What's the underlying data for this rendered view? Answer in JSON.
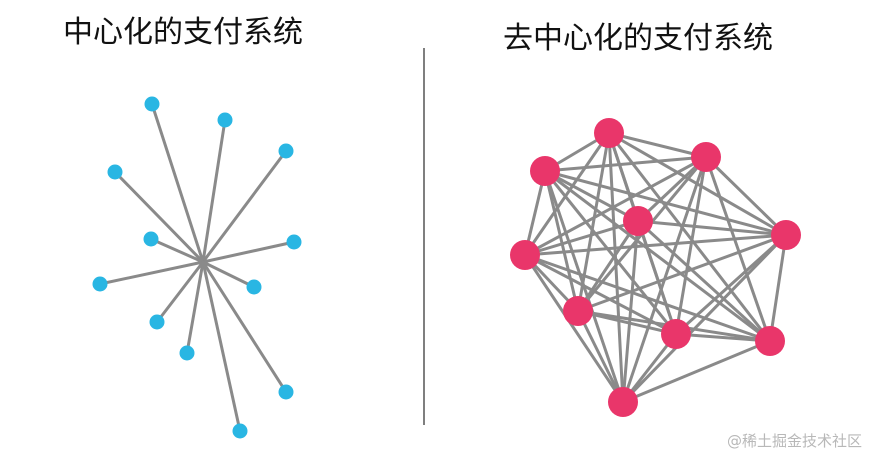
{
  "left_panel": {
    "title": "中心化的支付系统",
    "node_color": "#29b6e3",
    "edge_color": "#8a8a8a"
  },
  "right_panel": {
    "title": "去中心化的支付系统",
    "node_color": "#e9366a",
    "edge_color": "#8a8a8a"
  },
  "divider_color": "#555555",
  "watermark": "@稀土掘金技术社区"
}
